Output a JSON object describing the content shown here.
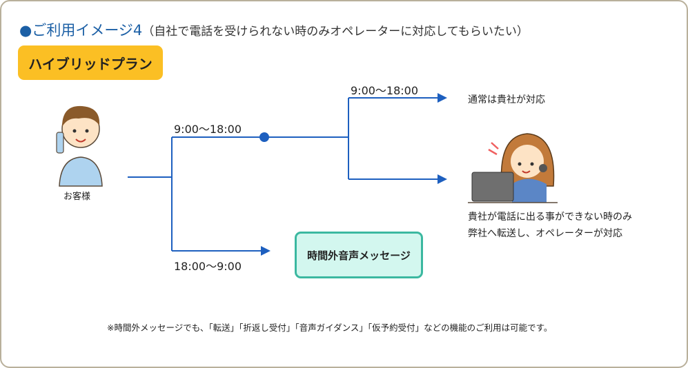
{
  "title": {
    "main": "●ご利用イメージ4",
    "sub": "（自社で電話を受けられない時のみオペレーターに対応してもらいたい）"
  },
  "plan_badge": "ハイブリッドプラン",
  "customer_label": "お客様",
  "branch_time_day": "9:00～18:00",
  "branch_time_night": "18:00～9:00",
  "sub_branch_time": "9:00～18:00",
  "outcome_normal": "通常は貴社が対応",
  "outcome_operator": [
    "貴社が電話に出る事ができない時のみ",
    "弊社へ転送し、オペレーターが対応"
  ],
  "after_hours_box": "時間外音声メッセージ",
  "footnote": "※時間外メッセージでも、「転送」「折返し受付」「音声ガイダンス」「仮予約受付」などの機能のご利用は可能です。",
  "colors": {
    "line": "#1d5fbf",
    "accent": "#fbbf24",
    "box_border": "#3bb8a0"
  }
}
